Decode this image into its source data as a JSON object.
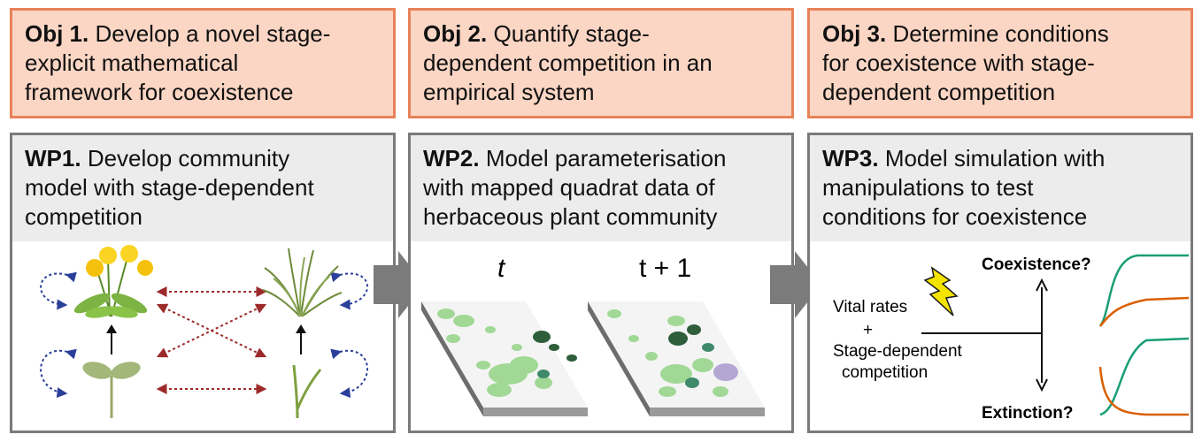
{
  "objectives": [
    {
      "number": "Obj 1.",
      "text": "Develop a novel stage-explicit mathematical framework for coexistence",
      "lines": [
        "Develop a novel stage-",
        "explicit mathematical",
        "framework for coexistence"
      ]
    },
    {
      "number": "Obj 2.",
      "text": "Quantify stage-dependent competition in an empirical system",
      "lines": [
        "Quantify stage-",
        "dependent competition in an",
        "empirical system"
      ]
    },
    {
      "number": "Obj 3.",
      "text": "Determine conditions for coexistence with stage-dependent competition",
      "lines": [
        "Determine conditions",
        "for coexistence with stage-",
        "dependent competition"
      ]
    }
  ],
  "work_packages": [
    {
      "number": "WP1.",
      "lines": [
        "Develop community",
        "model with stage-dependent",
        "competition"
      ]
    },
    {
      "number": "WP2.",
      "lines": [
        "Model parameterisation",
        "with mapped quadrat data of",
        "herbaceous plant community"
      ]
    },
    {
      "number": "WP3.",
      "lines": [
        "Model simulation with",
        "manipulations to test",
        "conditions for coexistence"
      ]
    }
  ],
  "wp2_labels": {
    "t": "t",
    "t_plus_1": "t + 1"
  },
  "wp3_labels": {
    "vital_rates": "Vital rates",
    "plus": "+",
    "stage_dependent_1": "Stage-dependent",
    "stage_dependent_2": "competition",
    "coexistence": "Coexistence?",
    "extinction": "Extinction?"
  },
  "icons": [
    "dandelion-adult-icon",
    "dandelion-seedling-icon",
    "grass-adult-icon",
    "grass-seedling-icon",
    "lightning-icon",
    "flow-arrow-icon"
  ],
  "colors": {
    "objective_fill": "#fbd6c4",
    "objective_border": "#e8825a",
    "wp_border": "#7a7a7a",
    "wp_header_fill": "#ececec",
    "intra_arrow": "#2a3f9a",
    "inter_arrow": "#9c2a2a",
    "series_green": "#1a9e77",
    "series_orange": "#d95f02",
    "flow_arrow": "#7b7b7b"
  }
}
